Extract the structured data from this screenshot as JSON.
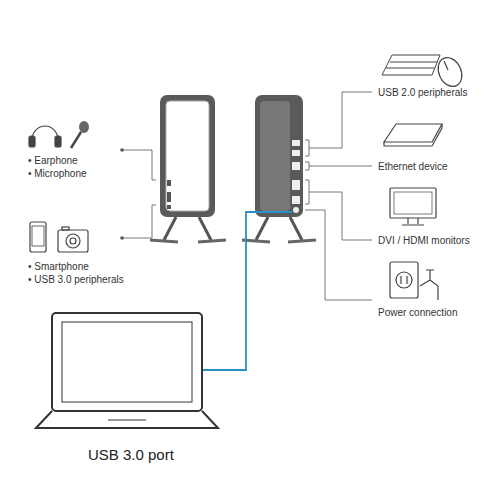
{
  "diagram": {
    "labels": [
      "• Earphone",
      "• Microphone",
      "• Smartphone",
      "• USB 3.0 peripherals",
      "USB 2.0 peripherals",
      "Ethernet device",
      "DVI / HDMI monitors",
      "Power connection",
      "USB 3.0 port"
    ]
  }
}
